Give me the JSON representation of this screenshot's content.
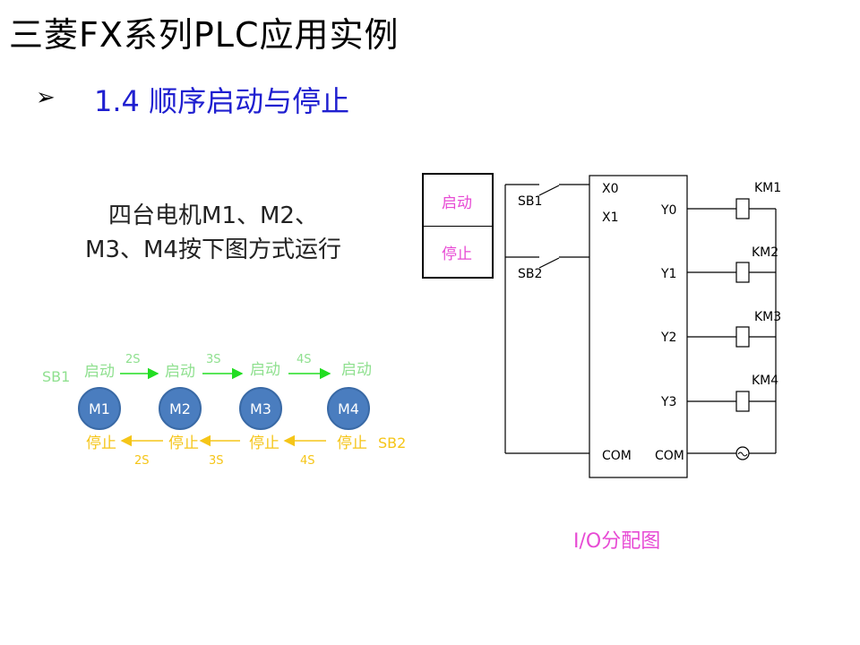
{
  "title": "三菱FX系列PLC应用实例",
  "section": {
    "bullet": "➢",
    "heading": "1.4  顺序启动与停止"
  },
  "description": {
    "line1": "四台电机M1、M2、",
    "line2": "M3、M4按下图方式运行"
  },
  "panel": {
    "start_label": "启动",
    "stop_label": "停止"
  },
  "sequence": {
    "sb1": "SB1",
    "sb2": "SB2",
    "motors": [
      "M1",
      "M2",
      "M3",
      "M4"
    ],
    "start_labels": [
      "启动",
      "启动",
      "启动",
      "启动"
    ],
    "start_delays": [
      "2S",
      "3S",
      "4S"
    ],
    "stop_labels": [
      "停止",
      "停止",
      "停止",
      "停止"
    ],
    "stop_delays": [
      "2S",
      "3S",
      "4S"
    ],
    "colors": {
      "start": "#22dd22",
      "stop": "#f5c518",
      "motor": "#4a7dbf",
      "start_text": "#8fe08f"
    }
  },
  "io": {
    "inputs": {
      "sb1": "SB1",
      "sb2": "SB2",
      "x0": "X0",
      "x1": "X1"
    },
    "outputs": [
      "Y0",
      "Y1",
      "Y2",
      "Y3"
    ],
    "coils": [
      "KM1",
      "KM2",
      "KM3",
      "KM4"
    ],
    "com_left": "COM",
    "com_right": "COM",
    "caption": "I/O分配图"
  }
}
